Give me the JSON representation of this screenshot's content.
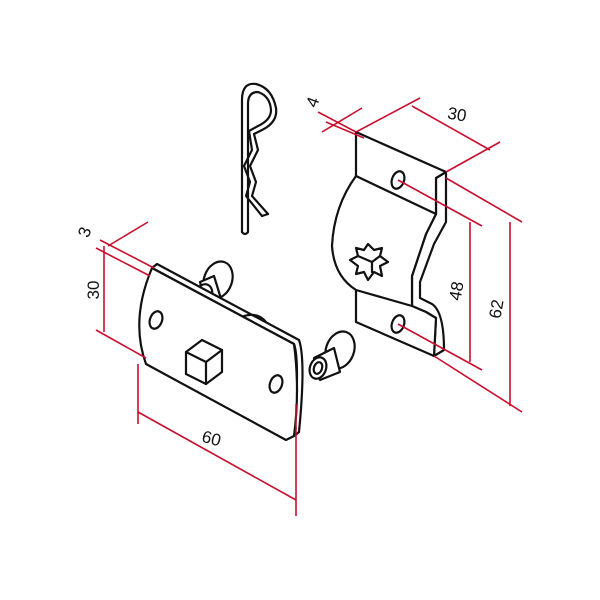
{
  "diagram": {
    "title": "Shaft coupling bracket set - isometric technical drawing",
    "colors": {
      "outline": "#111111",
      "dimension": "#c8102e",
      "background": "#ffffff"
    },
    "parts": [
      {
        "id": "base-plate",
        "label": "Rounded flat plate with hex stub and two holes"
      },
      {
        "id": "bracket",
        "label": "Z-profile bracket with star hole and two holes"
      },
      {
        "id": "r-clip",
        "label": "R-clip spring pin"
      },
      {
        "id": "rivet-pin-top",
        "label": "Headed pin behind plate"
      },
      {
        "id": "rivet-pin-loose",
        "label": "Loose headed pin"
      }
    ],
    "dimensions": {
      "plate_thickness": "3",
      "plate_height": "30",
      "plate_length": "60",
      "bracket_thickness": "4",
      "bracket_width": "30",
      "bracket_hole_spacing": "48",
      "bracket_height": "62"
    }
  }
}
